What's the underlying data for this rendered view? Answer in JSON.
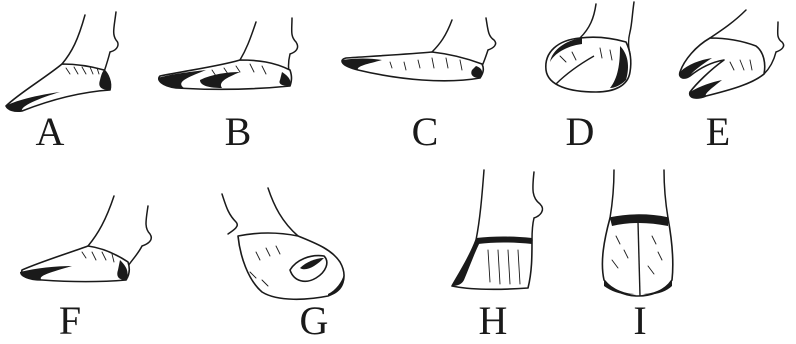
{
  "figure": {
    "hooves": [
      {
        "id": "A",
        "label": "A"
      },
      {
        "id": "B",
        "label": "B"
      },
      {
        "id": "C",
        "label": "C"
      },
      {
        "id": "D",
        "label": "D"
      },
      {
        "id": "E",
        "label": "E"
      },
      {
        "id": "F",
        "label": "F"
      },
      {
        "id": "G",
        "label": "G"
      },
      {
        "id": "H",
        "label": "H"
      },
      {
        "id": "I",
        "label": "I"
      }
    ]
  }
}
